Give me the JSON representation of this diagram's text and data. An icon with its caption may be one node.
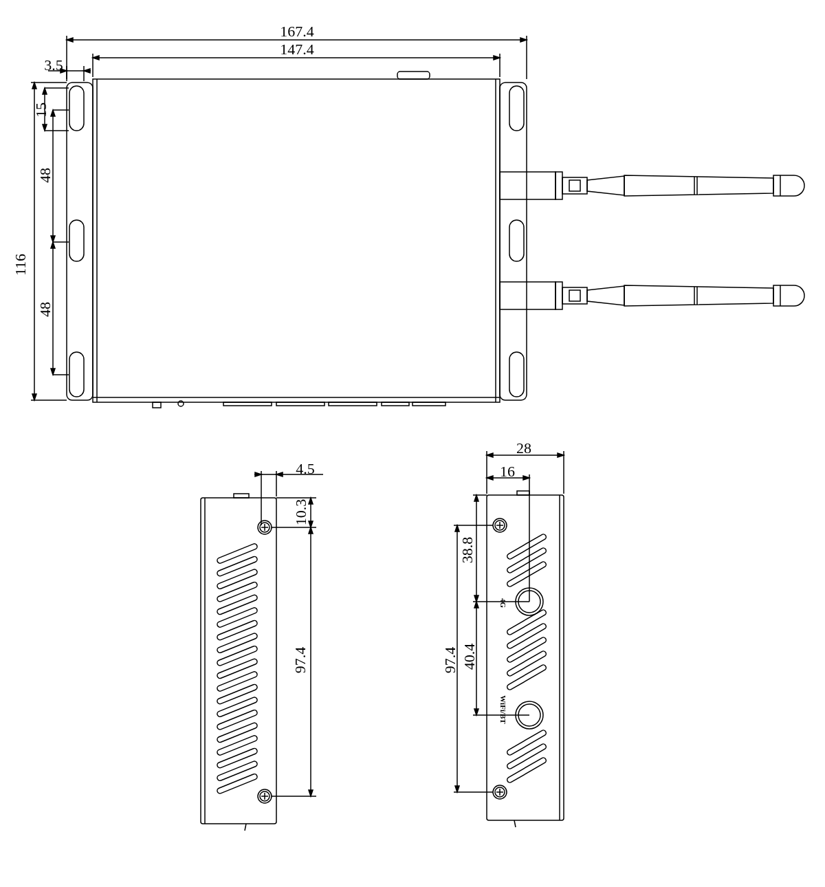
{
  "diagram": {
    "labels": [
      "167.4",
      "147.4",
      "3.5",
      "15",
      "48",
      "116",
      "48",
      "4.5",
      "10.3",
      "97.4",
      "28",
      "16",
      "38.8",
      "97.4",
      "40.4",
      "4G",
      "WiFi/BT"
    ]
  }
}
